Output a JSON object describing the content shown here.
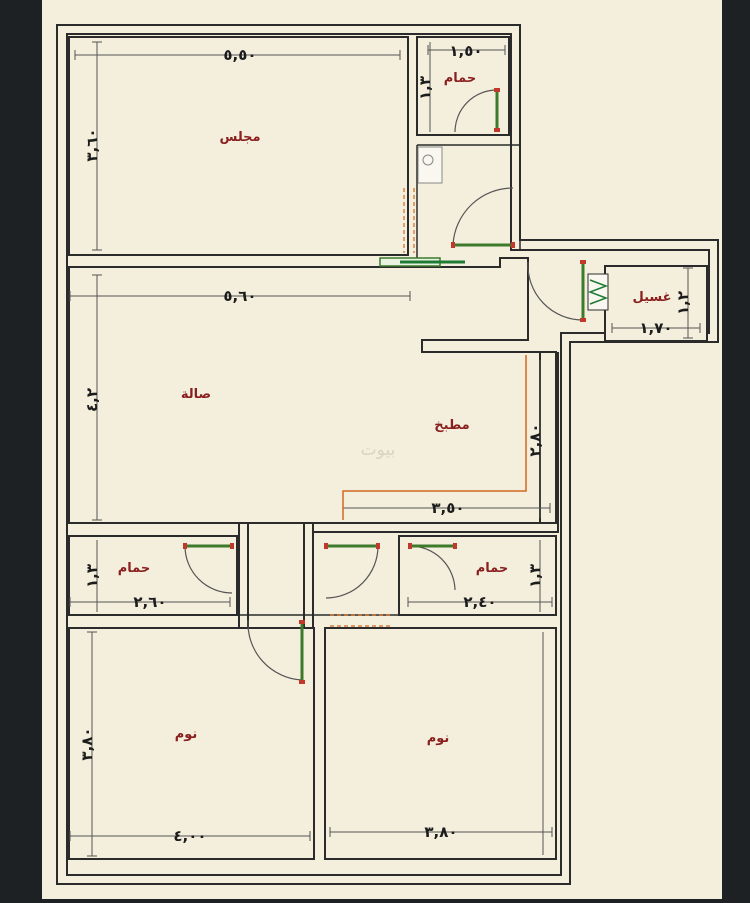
{
  "colors": {
    "background": "#1e2124",
    "paper": "#f3efdc",
    "wall": "#2b2b2b",
    "dimension_line": "#555555",
    "room_label": "#8a1f1f",
    "door_frame": "#c0392b",
    "door_leaf": "#6aa84f",
    "kitchen_outline": "#d2691e",
    "heater_coil": "#1e7b34"
  },
  "rooms": {
    "majlis": {
      "label": "مجلس",
      "width": "٥,٥٠",
      "depth": "٣,٦٠"
    },
    "top_bath": {
      "label": "حمام",
      "width": "١,٥٠",
      "depth": "١,٣"
    },
    "laundry": {
      "label": "غسيل",
      "width": "١,٧٠",
      "depth": "١,٢"
    },
    "hall": {
      "label": "صالة",
      "width": "٥,٦٠",
      "depth": "٤,٢"
    },
    "kitchen": {
      "label": "مطبخ",
      "width": "٣,٥٠",
      "depth": "٢,٨٠"
    },
    "bath_left": {
      "label": "حمام",
      "width": "٢,٦٠",
      "depth": "١,٣"
    },
    "bath_right": {
      "label": "حمام",
      "width": "٢,٤٠",
      "depth": "١,٣"
    },
    "bedroom_left": {
      "label": "نوم",
      "width": "٤,٠٠",
      "depth": "٣,٨٠"
    },
    "bedroom_right": {
      "label": "نوم",
      "width": "٣,٨٠"
    }
  },
  "watermark": "بيوت",
  "icons": [
    "door-swing-icon",
    "sink-icon",
    "water-heater-icon",
    "sliding-door-icon"
  ]
}
